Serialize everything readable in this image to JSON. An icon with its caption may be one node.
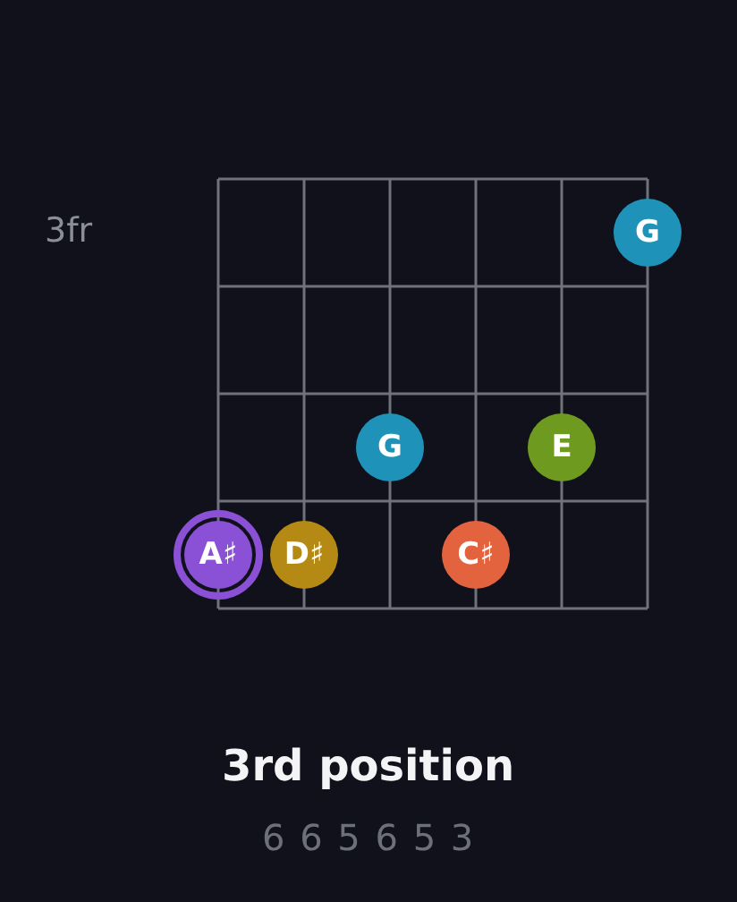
{
  "diagram": {
    "title": "3rd position",
    "nodes": [
      {
        "text": [
          "G"
        ]
      },
      {
        "text": [
          "G"
        ]
      },
      {
        "text": [
          "E"
        ]
      },
      {
        "text": [
          "A♯"
        ]
      },
      {
        "text": [
          "D♯"
        ]
      },
      {
        "text": [
          "C♯"
        ]
      }
    ],
    "labels": [
      "3fr",
      "6 6 5 6 5 3"
    ]
  }
}
